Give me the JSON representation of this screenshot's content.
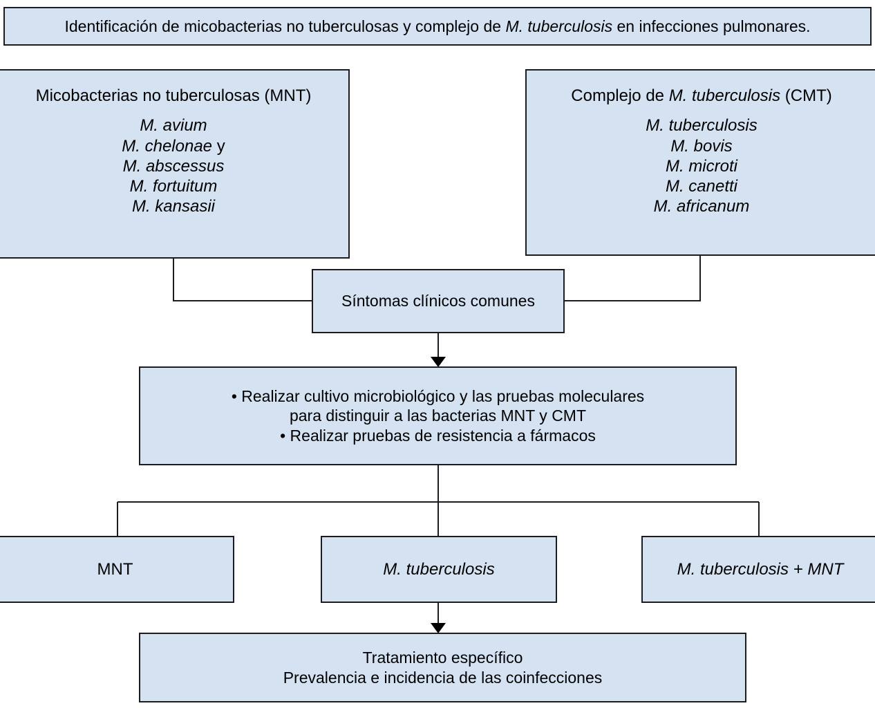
{
  "diagram": {
    "title_box": {
      "text_before": "Identificación de micobacterias no tuberculosas y complejo de ",
      "text_italic": "M. tuberculosis",
      "text_after": " en infecciones pulmonares."
    },
    "mnt_group": {
      "header_text": "Micobacterias no tuberculosas (MNT)",
      "species": [
        "M. avium",
        "M. chelonae y",
        "M. abscessus",
        "M. fortuitum",
        "M. kansasii"
      ],
      "species_1": "M. avium",
      "species_2_italic": "M. chelonae",
      "species_2_roman": " y",
      "species_3": "M. abscessus",
      "species_4": "M. fortuitum",
      "species_5": "M. kansasii"
    },
    "cmt_group": {
      "header_before": "Complejo de ",
      "header_italic": "M. tuberculosis",
      "header_after": " (CMT)",
      "species": [
        "M. tuberculosis",
        "M. bovis",
        "M. microti",
        "M. canetti",
        "M. africanum"
      ],
      "species_1": "M. tuberculosis",
      "species_2": "M. bovis",
      "species_3": "M. microti",
      "species_4": "M. canetti",
      "species_5": "M. africanum"
    },
    "symptoms_box": {
      "label": "Síntomas clínicos comunes"
    },
    "actions_box": {
      "bullet_1_line_1": "• Realizar cultivo microbiológico y las pruebas moleculares",
      "bullet_1_line_2": "para distinguir a las bacterias MNT y CMT",
      "bullet_2": "• Realizar pruebas de resistencia a fármacos"
    },
    "branch_boxes": {
      "left_label": "MNT",
      "center_label": "M. tuberculosis",
      "right_label": "M. tuberculosis + MNT"
    },
    "treatment_box": {
      "line_1": "Tratamiento específico",
      "line_2": "Prevalencia e incidencia de las coinfecciones"
    },
    "colors": {
      "box_fill": "#d4e2f2",
      "box_border": "#1b1b22",
      "connector": "#1b1b22",
      "background": "#ffffff",
      "text": "#000000"
    }
  }
}
